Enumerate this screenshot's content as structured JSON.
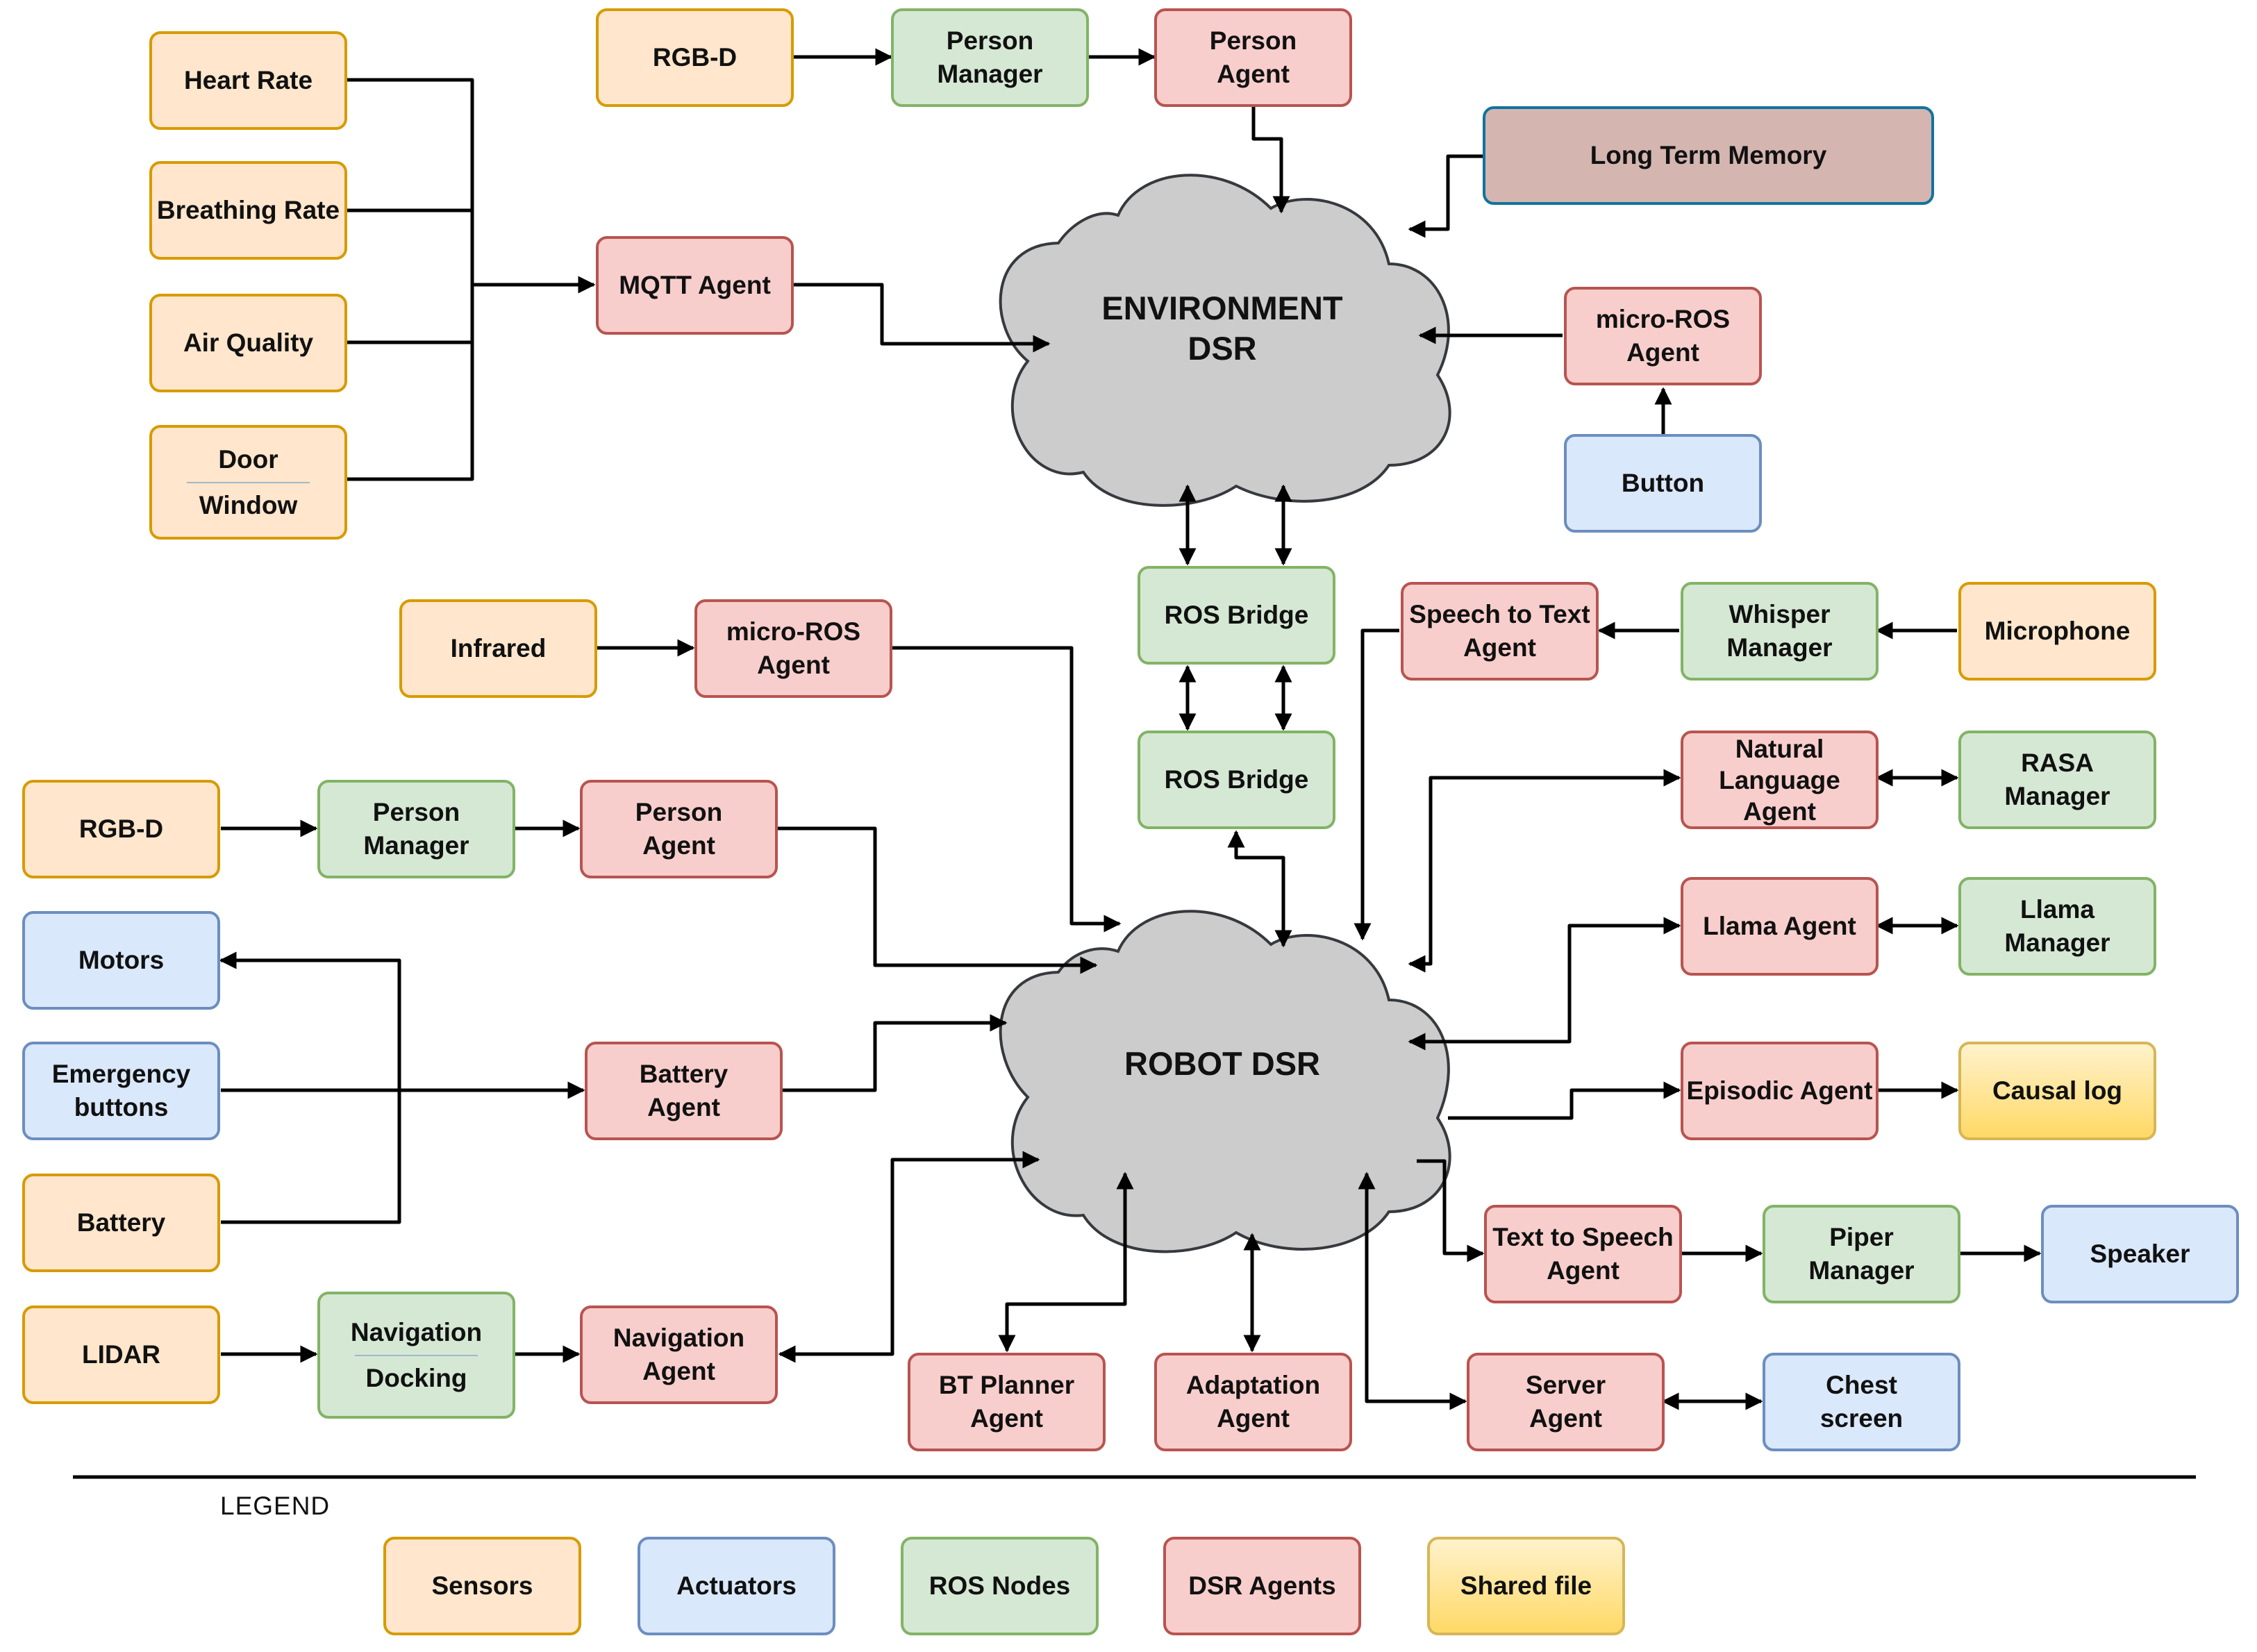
{
  "colors": {
    "sensor_fill": "#ffe6cc",
    "sensor_stroke": "#d79b00",
    "actuator_fill": "#dae8fc",
    "actuator_stroke": "#6c8ebf",
    "ros_fill": "#d5e8d4",
    "ros_stroke": "#82b366",
    "dsr_fill": "#f8cecc",
    "dsr_stroke": "#b85450",
    "shared_fill": "#fff2cc",
    "shared_stroke": "#d6b656",
    "memory_fill": "#d4b5b0",
    "memory_stroke": "#10739e",
    "cloud_fill": "#cccccc",
    "cloud_stroke": "#36393d"
  },
  "clouds": {
    "environment": {
      "line1": "ENVIRONMENT",
      "line2": "DSR"
    },
    "robot": {
      "label": "ROBOT DSR"
    }
  },
  "env": {
    "heart_rate": "Heart Rate",
    "breathing_rate": "Breathing Rate",
    "air_quality": "Air Quality",
    "door": "Door",
    "window": "Window",
    "mqtt_agent": "MQTT Agent",
    "rgbd": "RGB-D",
    "person_manager": {
      "line1": "Person",
      "line2": "Manager"
    },
    "person_agent": {
      "line1": "Person",
      "line2": "Agent"
    },
    "long_term_memory": "Long Term Memory",
    "microros_agent": {
      "line1": "micro-ROS",
      "line2": "Agent"
    },
    "button": "Button"
  },
  "bridge": {
    "top": "ROS Bridge",
    "bottom": "ROS Bridge"
  },
  "robot": {
    "infrared": "Infrared",
    "microros_agent": {
      "line1": "micro-ROS",
      "line2": "Agent"
    },
    "rgbd": "RGB-D",
    "person_manager": {
      "line1": "Person",
      "line2": "Manager"
    },
    "person_agent": {
      "line1": "Person",
      "line2": "Agent"
    },
    "motors": "Motors",
    "emergency_buttons": {
      "line1": "Emergency",
      "line2": "buttons"
    },
    "battery": "Battery",
    "battery_agent": {
      "line1": "Battery",
      "line2": "Agent"
    },
    "lidar": "LIDAR",
    "navigation": "Navigation",
    "docking": "Docking",
    "navigation_agent": {
      "line1": "Navigation",
      "line2": "Agent"
    },
    "bt_planner_agent": {
      "line1": "BT Planner",
      "line2": "Agent"
    },
    "adaptation_agent": {
      "line1": "Adaptation",
      "line2": "Agent"
    },
    "speech_to_text_agent": {
      "line1": "Speech to Text",
      "line2": "Agent"
    },
    "whisper_manager": {
      "line1": "Whisper",
      "line2": "Manager"
    },
    "microphone": "Microphone",
    "nl_agent": {
      "line1": "Natural",
      "line2": "Language",
      "line3": "Agent"
    },
    "rasa_manager": {
      "line1": "RASA",
      "line2": "Manager"
    },
    "llama_agent": "Llama Agent",
    "llama_manager": {
      "line1": "Llama",
      "line2": "Manager"
    },
    "episodic_agent": "Episodic Agent",
    "causal_log": "Causal log",
    "tts_agent": {
      "line1": "Text to Speech",
      "line2": "Agent"
    },
    "piper_manager": {
      "line1": "Piper",
      "line2": "Manager"
    },
    "speaker": "Speaker",
    "server_agent": {
      "line1": "Server",
      "line2": "Agent"
    },
    "chest_screen": {
      "line1": "Chest",
      "line2": "screen"
    }
  },
  "legend": {
    "title": "LEGEND",
    "sensors": "Sensors",
    "actuators": "Actuators",
    "ros_nodes": "ROS Nodes",
    "dsr_agents": "DSR Agents",
    "shared_file": "Shared file"
  }
}
